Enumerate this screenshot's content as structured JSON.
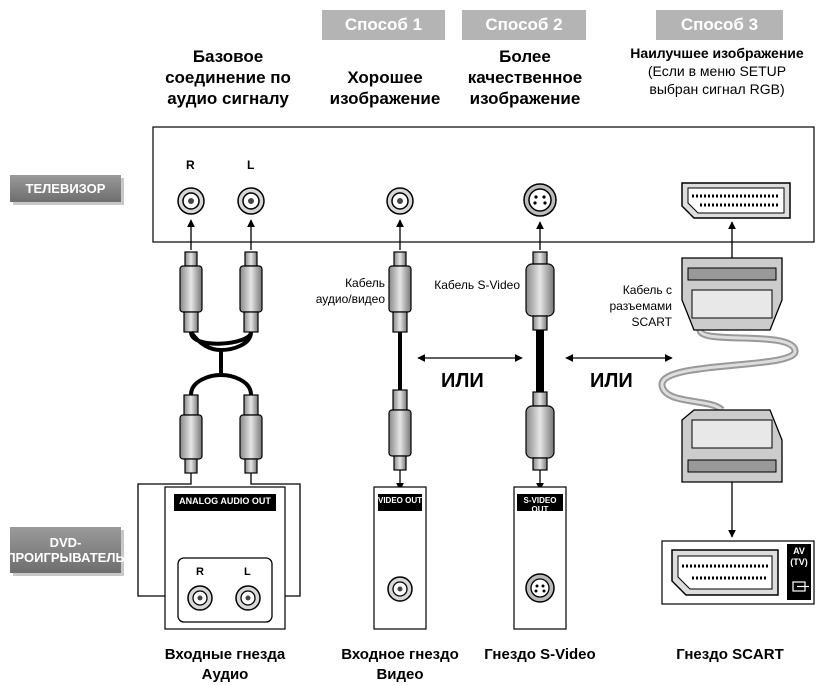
{
  "methods": [
    {
      "tag": "Способ 1"
    },
    {
      "tag": "Способ 2"
    },
    {
      "tag": "Способ 3"
    }
  ],
  "headings": {
    "basic": "Базовое\nсоединение по\nаудио сигналу",
    "good": "Хорошее\nизображение",
    "better": "Более\nкачественное\nизображение",
    "best_title": "Наилучшее изображение",
    "best_note": "(Если в меню SETUP\nвыбран сигнал RGB)"
  },
  "devices": {
    "tv": "ТЕЛЕВИЗОР",
    "dvd": "DVD-\nПРОИГРЫВАТЕЛЬ"
  },
  "tv_jacks": {
    "right": "R",
    "left": "L"
  },
  "cables": {
    "av": "Кабель\nаудио/видео",
    "svideo": "Кабель S-Video",
    "scart": "Кабель с разъемами\nSCART"
  },
  "or_label": "ИЛИ",
  "panels": {
    "audio_out": "ANALOG AUDIO OUT",
    "video_out": "VIDEO OUT",
    "svideo_out": "S-VIDEO OUT",
    "av_tv": "AV\n(TV)",
    "jack_r": "R",
    "jack_l": "L"
  },
  "bottom_labels": {
    "audio": "Входные гнезда\nАудио",
    "video": "Входное гнездо\nВидео",
    "svideo": "Гнездо S-Video",
    "scart": "Гнездо SCART"
  }
}
